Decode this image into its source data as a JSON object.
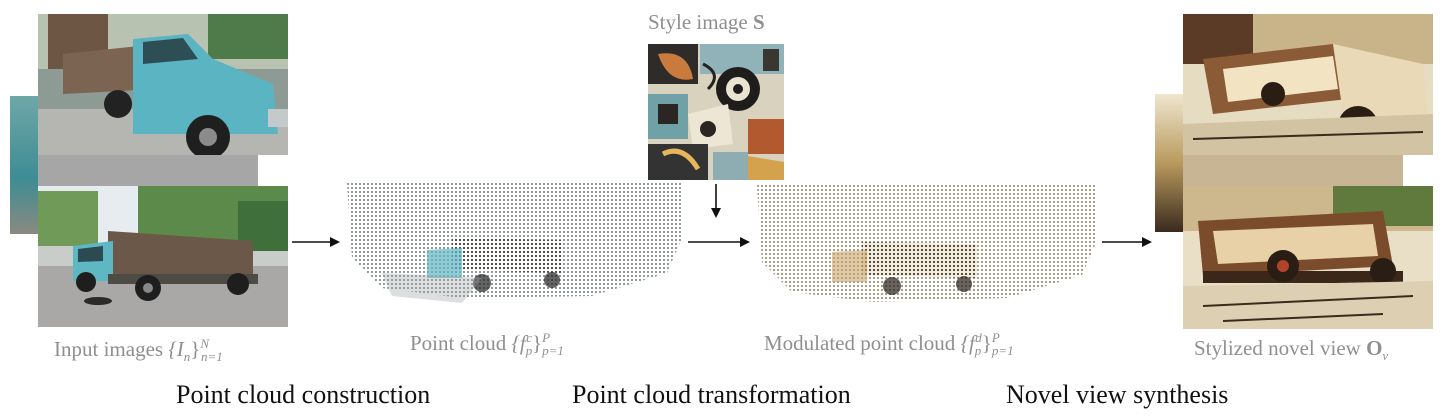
{
  "captions": {
    "input": {
      "prefix": "Input images ",
      "math": "{I",
      "sub_n": "n",
      "close": "}",
      "sup": "N",
      "sub": "n=1"
    },
    "point_cloud": {
      "prefix": "Point cloud ",
      "math": "{f",
      "sub_p": "p",
      "sup_c": "c",
      "close": "}",
      "sup": "P",
      "sub": "p=1"
    },
    "style": {
      "prefix": "Style image ",
      "symbol": "S"
    },
    "modulated": {
      "prefix": "Modulated point cloud ",
      "math": "{f",
      "sub_p": "p",
      "sup_d": "d",
      "close": "}",
      "sup": "P",
      "sub": "p=1"
    },
    "stylized": {
      "prefix": "Stylized novel view ",
      "symbol": "O",
      "sub": "v"
    }
  },
  "stages": {
    "construction": "Point cloud construction",
    "transformation": "Point cloud transformation",
    "synthesis": "Novel view synthesis"
  },
  "colors": {
    "caption_gray": "#8f8f8f",
    "truck_teal": "#5fb7c3",
    "sky": "#dfe6ea",
    "arrow": "#111111"
  }
}
